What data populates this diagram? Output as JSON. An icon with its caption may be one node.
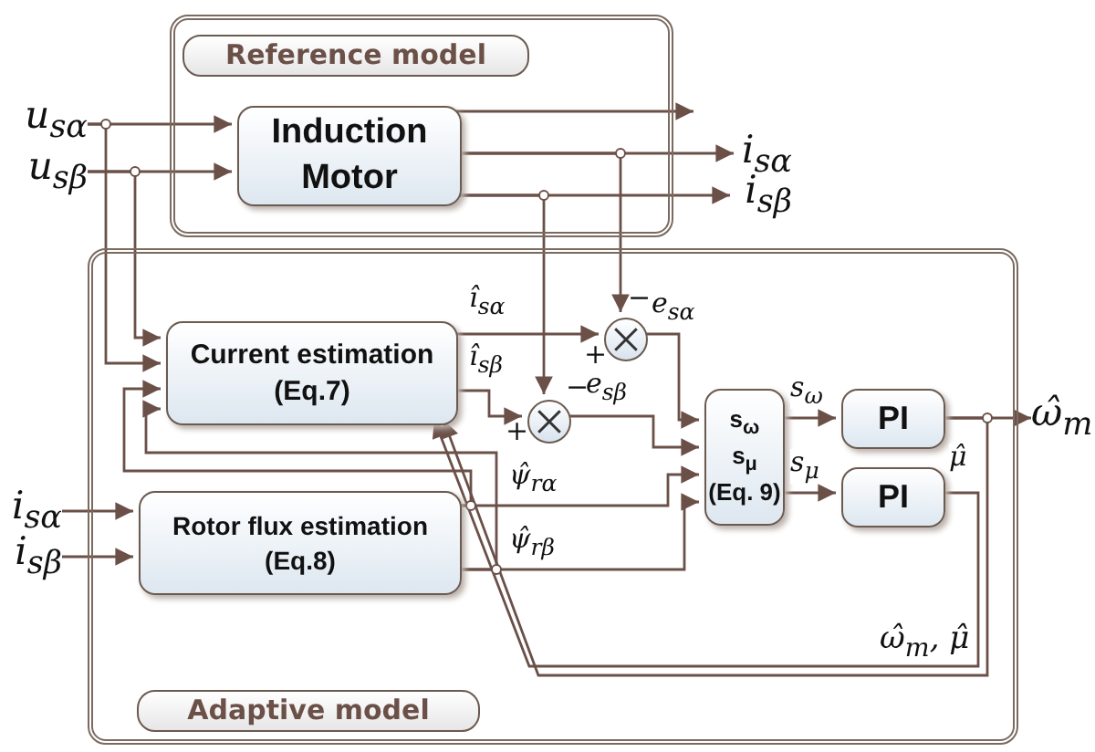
{
  "diagram": {
    "nodes": [
      {
        "text": [
          "Reference model"
        ]
      },
      {
        "text": [
          "Induction Motor"
        ],
        "in": 0
      },
      {
        "text": [
          "Adaptive model"
        ]
      },
      {
        "text": [
          "Current estimation (Eq.7)"
        ],
        "in": 2
      },
      {
        "text": [
          "Rotor flux estimation (Eq.8)"
        ],
        "in": 2
      },
      {
        "text": [],
        "shape": "circle",
        "in": 2
      },
      {
        "text": [],
        "shape": "circle",
        "in": 2
      },
      {
        "text": [
          "s$_{ω}$",
          "s$_{μ}$",
          "(Eq. 9)"
        ],
        "in": 2
      },
      {
        "text": [
          "PI"
        ],
        "in": 2
      },
      {
        "text": [
          "PI"
        ],
        "in": 2
      },
      {
        "text": [
          "u$_{sα}$"
        ]
      },
      {
        "text": [
          "u$_{sβ}$"
        ]
      },
      {
        "text": [
          "i$_{sα}$"
        ]
      },
      {
        "text": [
          "i$_{sβ}$"
        ]
      },
      {
        "text": [
          "i$_{sα}$"
        ]
      },
      {
        "text": [
          "i$_{sβ}$"
        ]
      },
      {
        "text": [
          "ω̂$_{m}$"
        ]
      }
    ],
    "edges": [
      {
        "from": 10,
        "to": 1,
        "arrow": "to"
      },
      {
        "from": 11,
        "to": 1,
        "arrow": "to"
      },
      {
        "from": 10,
        "to": 3,
        "arrow": "to"
      },
      {
        "from": 11,
        "to": 3,
        "arrow": "to"
      },
      {
        "from": 1,
        "to": null,
        "arrow": "to"
      },
      {
        "from": 1,
        "to": 12,
        "arrow": "to"
      },
      {
        "from": 1,
        "to": 13,
        "arrow": "to"
      },
      {
        "from": 1,
        "to": 5,
        "arrow": "to"
      },
      {
        "from": 1,
        "to": 6,
        "arrow": "to"
      },
      {
        "from": 3,
        "to": 5,
        "arrow": "to",
        "label": "î$_{sα}$"
      },
      {
        "from": 3,
        "to": 6,
        "arrow": "to",
        "label": "î$_{sβ}$"
      },
      {
        "from": 5,
        "to": 7,
        "arrow": "to",
        "label": "e$_{sα}$"
      },
      {
        "from": 6,
        "to": 7,
        "arrow": "to",
        "label": "e$_{sβ}$"
      },
      {
        "from": 4,
        "to": 7,
        "arrow": "to",
        "label": "ψ̂$_{rα}$"
      },
      {
        "from": 4,
        "to": 7,
        "arrow": "to",
        "label": "ψ̂$_{rβ}$"
      },
      {
        "from": 4,
        "to": 3,
        "arrow": "to"
      },
      {
        "from": 4,
        "to": 3,
        "arrow": "to"
      },
      {
        "from": 7,
        "to": 8,
        "arrow": "to",
        "label": "s$_{ω}$"
      },
      {
        "from": 7,
        "to": 9,
        "arrow": "to",
        "label": "s$_{μ}$"
      },
      {
        "from": 8,
        "to": 16,
        "arrow": "to"
      },
      {
        "from": 8,
        "to": 3,
        "arrow": "to"
      },
      {
        "from": 9,
        "to": 3,
        "arrow": "to",
        "label": "μ̂"
      },
      {
        "from": 14,
        "to": 4,
        "arrow": "to"
      },
      {
        "from": 15,
        "to": 4,
        "arrow": "to"
      }
    ],
    "labels": [
      "−",
      "+",
      "−",
      "+",
      "ω̂$_{m}$, μ̂"
    ]
  }
}
